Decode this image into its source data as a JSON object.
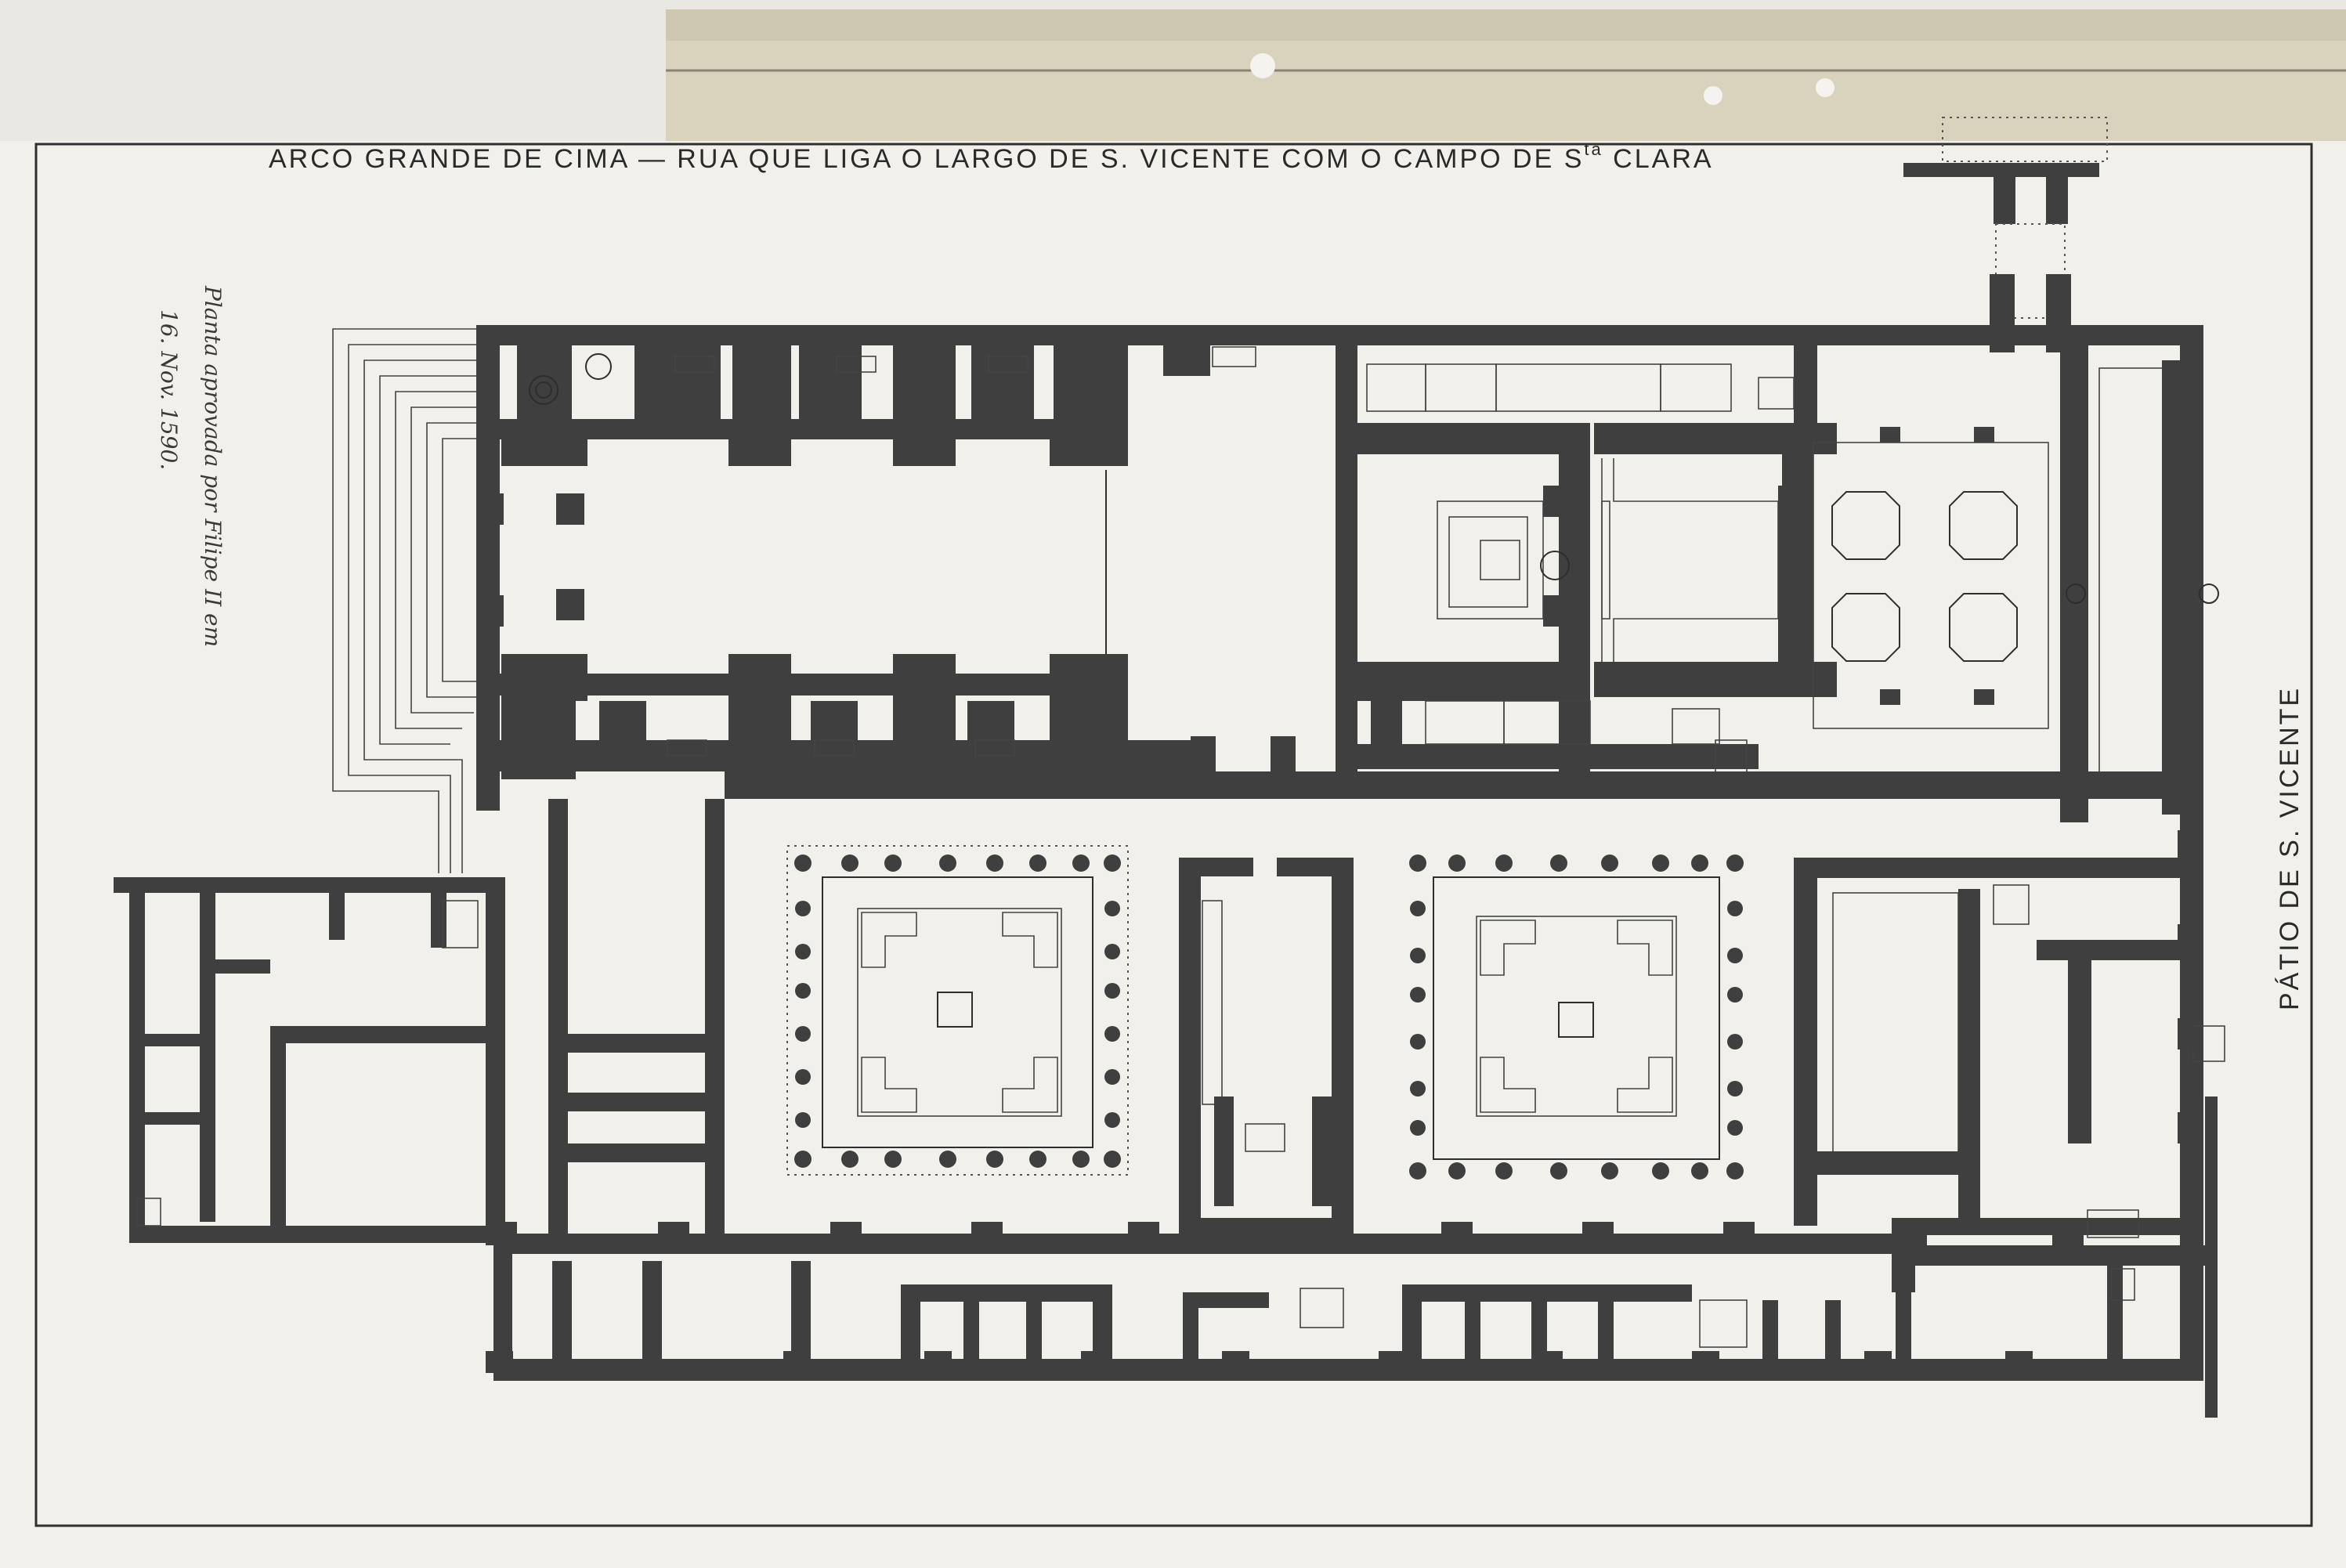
{
  "sheet": {
    "title_main": "ARCO GRANDE DE CIMA — RUA QUE LIGA O LARGO DE S. VICENTE COM O CAMPO DE S",
    "title_superscript": "ta",
    "title_end": " CLARA",
    "side_label": "PÁTIO DE S. VICENTE",
    "annotation_line1": "Planta aprovada por Filipe II em",
    "annotation_line2": "16. Nov. 1590."
  },
  "colors": {
    "paper": "#f1f0eb",
    "background": "#e9e8e2",
    "walls": "#3f3f3f",
    "tape": "#d8d2bd"
  }
}
